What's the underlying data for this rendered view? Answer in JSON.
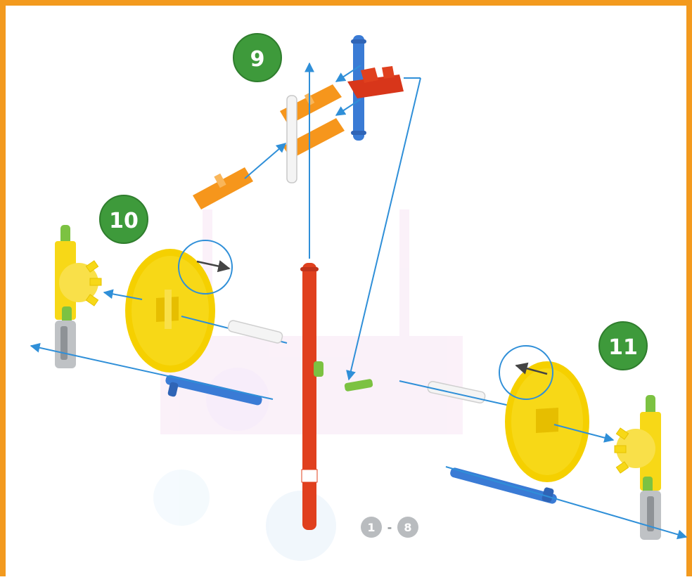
{
  "steps": [
    {
      "id": "step-9",
      "label": "9"
    },
    {
      "id": "step-10",
      "label": "10"
    },
    {
      "id": "step-11",
      "label": "11"
    }
  ],
  "range": {
    "from": "1",
    "dash": "-",
    "to": "8"
  },
  "colors": {
    "frame": "#f39a1e",
    "step_badge": "#3e9a3b",
    "arrow": "#2f8fd8",
    "rod_red": "#e0401e",
    "rod_blue": "#3a7bd5",
    "gear_yellow": "#f7d817",
    "connector_orange": "#f6961c",
    "connector_green": "#7cc242",
    "grey_badge": "#b9bcbf"
  }
}
